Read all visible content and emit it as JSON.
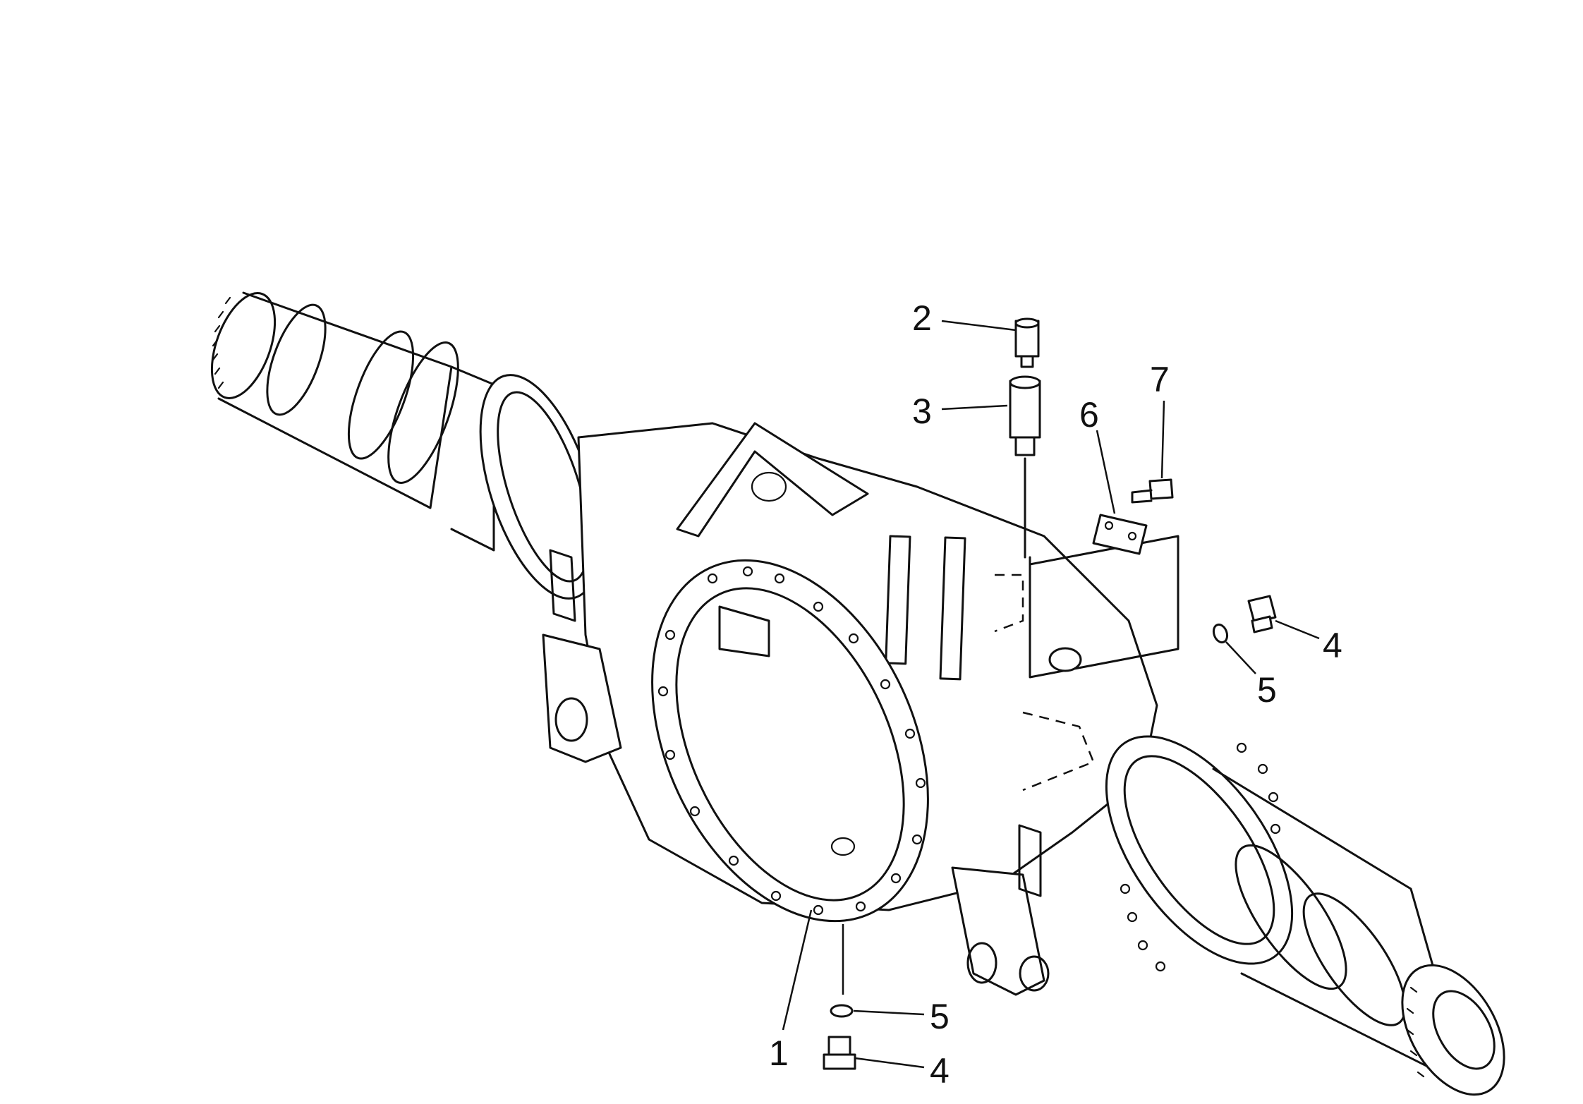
{
  "callouts": [
    {
      "id": "c1",
      "label": "1"
    },
    {
      "id": "c2",
      "label": "2"
    },
    {
      "id": "c3",
      "label": "3"
    },
    {
      "id": "c4a",
      "label": "4"
    },
    {
      "id": "c4b",
      "label": "4"
    },
    {
      "id": "c5a",
      "label": "5"
    },
    {
      "id": "c5b",
      "label": "5"
    },
    {
      "id": "c6",
      "label": "6"
    },
    {
      "id": "c7",
      "label": "7"
    }
  ]
}
